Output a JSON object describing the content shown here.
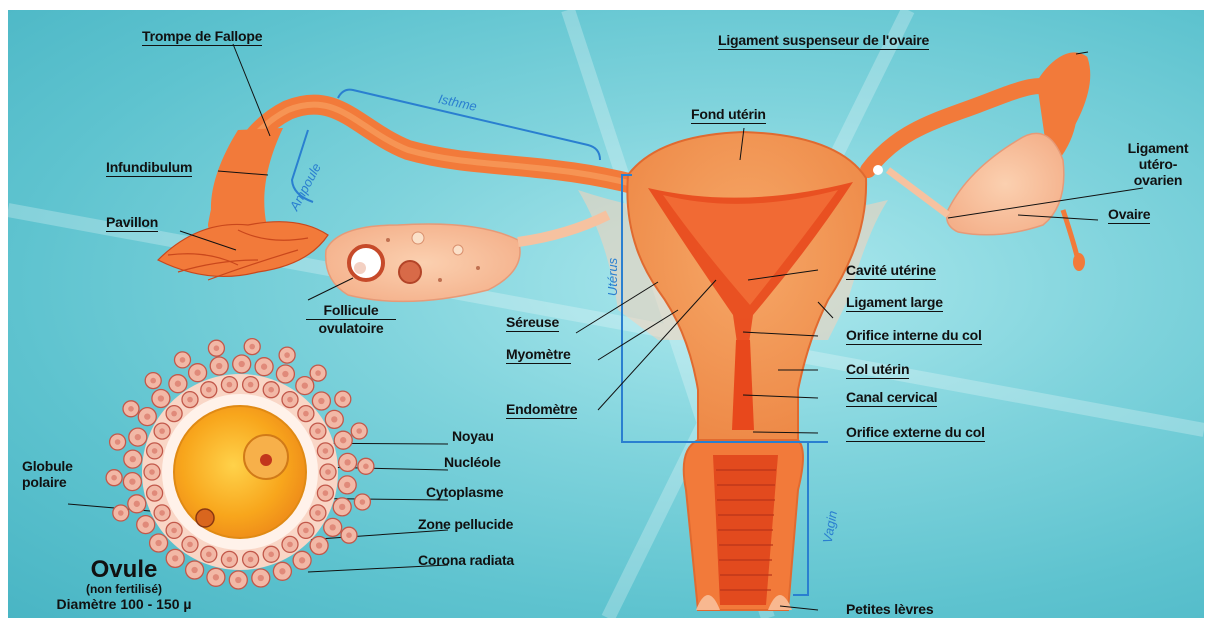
{
  "labels": {
    "trompe": "Trompe de Fallope",
    "infundibulum": "Infundibulum",
    "pavillon": "Pavillon",
    "follicule_1": "Follicule",
    "follicule_2": "ovulatoire",
    "isthme": "Isthme",
    "ampoule": "Ampoule",
    "uterus": "Utérus",
    "vagin": "Vagin",
    "ligament_suspenseur": "Ligament suspenseur de l'ovaire",
    "fond_uterin": "Fond utérin",
    "ligament_utero_1": "Ligament",
    "ligament_utero_2": "utéro-",
    "ligament_utero_3": "ovarien",
    "ovaire": "Ovaire",
    "cavite_uterine": "Cavité utérine",
    "ligament_large": "Ligament large",
    "orifice_interne": "Orifice interne du col",
    "col_uterin": "Col utérin",
    "canal_cervical": "Canal cervical",
    "orifice_externe": "Orifice externe du col",
    "sereuse": "Séreuse",
    "myometre": "Myomètre",
    "endometre": "Endomètre",
    "petites_levres": "Petites lèvres",
    "noyau": "Noyau",
    "nucleole": "Nucléole",
    "cytoplasme": "Cytoplasme",
    "zone_pellucide": "Zone pellucide",
    "corona_radiata": "Corona radiata",
    "globule_1": "Globule",
    "globule_2": "polaire",
    "ovule_title": "Ovule",
    "ovule_sub": "(non fertilisé)",
    "ovule_diam": "Diamètre 100 - 150 µ"
  },
  "colors": {
    "tissue": "#f27a3a",
    "tissue_light": "#f6a060",
    "tissue_dark": "#d9481a",
    "yolk": "#f7a51c",
    "cell": "#f2b8a6",
    "bracket": "#2a7fd0"
  }
}
